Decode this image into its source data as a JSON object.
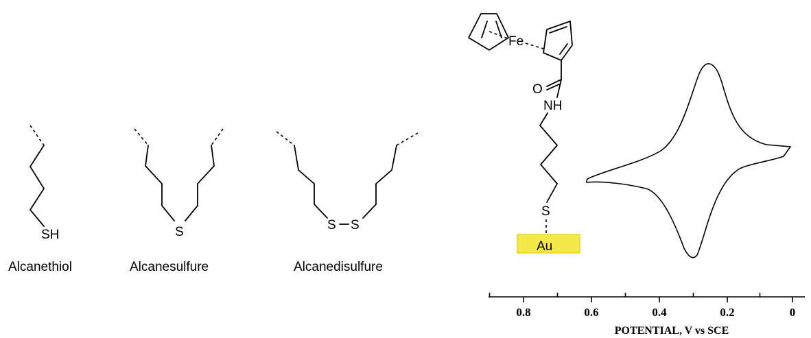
{
  "molecules": [
    {
      "caption": "Alcanethiol",
      "atoms": [
        "SH"
      ]
    },
    {
      "caption": "Alcanesulfure",
      "atoms": [
        "S"
      ]
    },
    {
      "caption": "Alcanedisulfure",
      "atoms": [
        "S",
        "S"
      ]
    }
  ],
  "ferrocene_thiol": {
    "atoms": {
      "fe": "Fe",
      "o": "O",
      "nh": "NH",
      "s": "S",
      "au": "Au"
    },
    "electrode_color": "#f5e94a"
  },
  "voltammogram": {
    "axis_title": "POTENTIAL, V vs SCE",
    "ticks": [
      "0.8",
      "0.6",
      "0.4",
      "0.2",
      "0"
    ],
    "xlim": [
      0.9,
      -0.05
    ],
    "reversed": true
  }
}
